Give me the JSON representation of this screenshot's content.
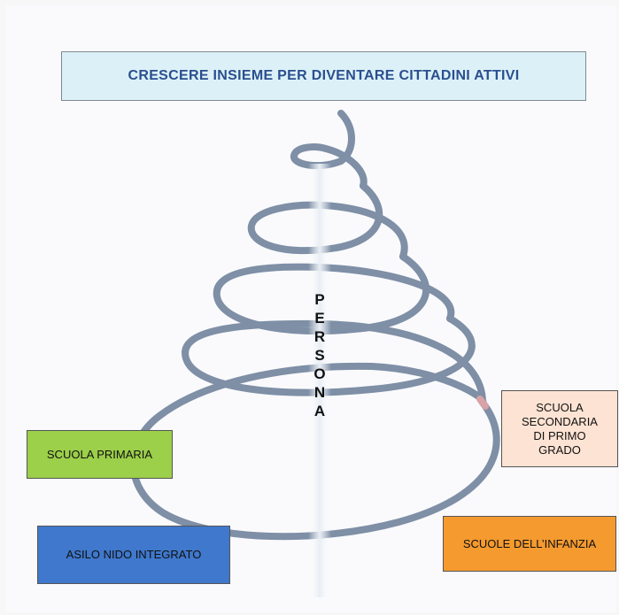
{
  "title": "CRESCERE INSIEME PER DIVENTARE CITTADINI ATTIVI",
  "center_label": [
    "P",
    "E",
    "R",
    "S",
    "O",
    "N",
    "A"
  ],
  "boxes": {
    "primaria": "SCUOLA PRIMARIA",
    "asilo": "ASILO NIDO INTEGRATO",
    "secondaria": [
      "SCUOLA",
      "SECONDARIA",
      "DI PRIMO",
      "GRADO"
    ],
    "infanzia": "SCUOLE DELL’INFANZIA"
  },
  "colors": {
    "title_bg": "#dcf1f7",
    "title_text": "#2a4f8f",
    "spiral": "#7e8fa6",
    "primaria": "#9ccf4a",
    "asilo": "#3f78cc",
    "secondaria": "#fde3d3",
    "infanzia": "#f59a2f"
  }
}
